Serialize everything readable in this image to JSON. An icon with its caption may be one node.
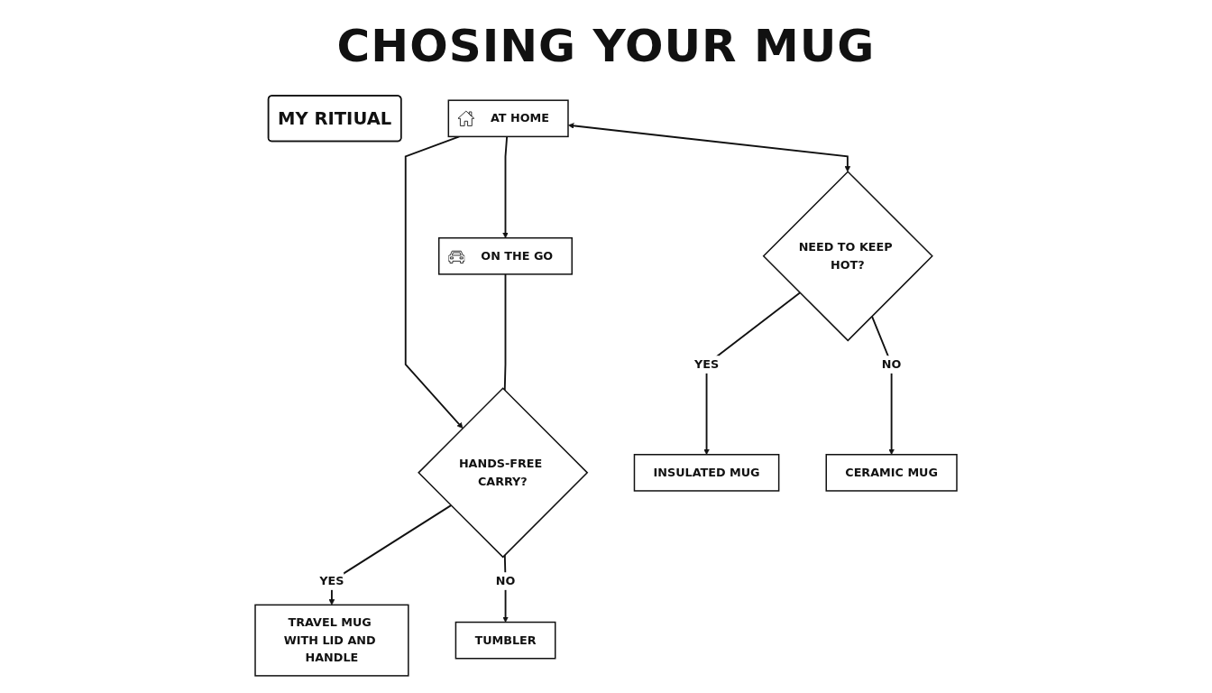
{
  "diagram": {
    "title": "CHOSING YOUR MUG",
    "nodes": [
      {
        "text": [
          "MY RITIUAL"
        ]
      },
      {
        "text": [
          "AT HOME"
        ]
      },
      {
        "text": [
          "ON THE GO"
        ]
      },
      {
        "text": [
          "NEED TO KEEP HOT?"
        ]
      },
      {
        "text": [
          "HANDS-FREE CARRY?"
        ]
      },
      {
        "text": [
          "INSULATED MUG"
        ]
      },
      {
        "text": [
          "CERAMIC MUG"
        ]
      },
      {
        "text": [
          "TRAVEL MUG WITH LID AND HANDLE"
        ]
      },
      {
        "text": [
          "TUMBLER"
        ]
      }
    ],
    "edges": [
      {
        "from": 1,
        "to": 3,
        "arrow": "both"
      },
      {
        "from": 1,
        "to": 2,
        "arrow": "to"
      },
      {
        "from": 1,
        "to": 4,
        "arrow": "to"
      },
      {
        "from": 2,
        "to": 4,
        "arrow": "none"
      },
      {
        "from": 3,
        "to": 5,
        "arrow": "to",
        "label": "YES"
      },
      {
        "from": 3,
        "to": 6,
        "arrow": "to",
        "label": "NO"
      },
      {
        "from": 4,
        "to": 7,
        "arrow": "to",
        "label": "YES"
      },
      {
        "from": 4,
        "to": 8,
        "arrow": "to",
        "label": "NO"
      }
    ]
  }
}
